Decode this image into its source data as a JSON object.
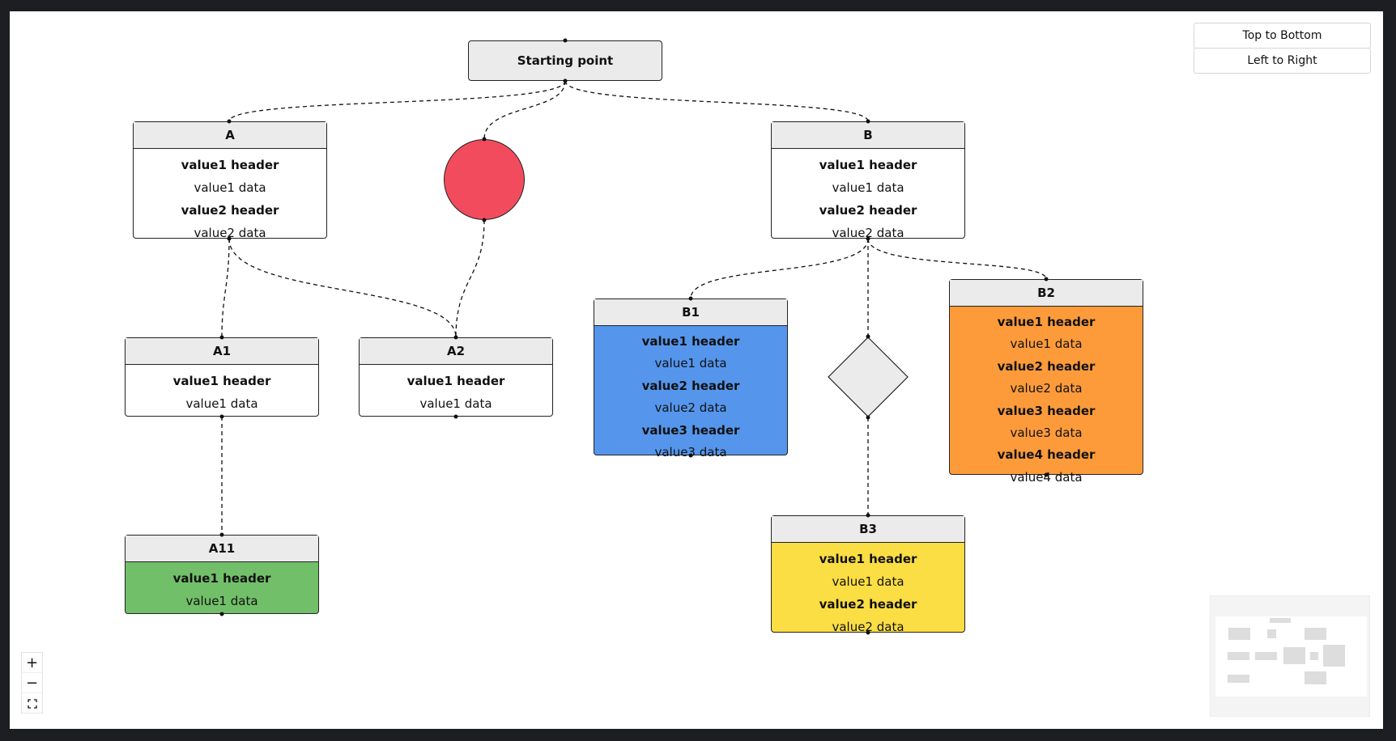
{
  "diagram": {
    "start": {
      "label": "Starting point"
    },
    "nodes": {
      "A": {
        "title": "A",
        "color": "#ffffff",
        "rows": [
          {
            "text": "value1 header",
            "h": true
          },
          {
            "text": "value1 data",
            "h": false
          },
          {
            "text": "value2 header",
            "h": true
          },
          {
            "text": "value2 data",
            "h": false
          }
        ]
      },
      "A1": {
        "title": "A1",
        "color": "#ffffff",
        "rows": [
          {
            "text": "value1 header",
            "h": true
          },
          {
            "text": "value1 data",
            "h": false
          }
        ]
      },
      "A2": {
        "title": "A2",
        "color": "#ffffff",
        "rows": [
          {
            "text": "value1 header",
            "h": true
          },
          {
            "text": "value1 data",
            "h": false
          }
        ]
      },
      "A11": {
        "title": "A11",
        "color": "#72bf6a",
        "rows": [
          {
            "text": "value1 header",
            "h": true
          },
          {
            "text": "value1 data",
            "h": false
          }
        ]
      },
      "B": {
        "title": "B",
        "color": "#ffffff",
        "rows": [
          {
            "text": "value1 header",
            "h": true
          },
          {
            "text": "value1 data",
            "h": false
          },
          {
            "text": "value2 header",
            "h": true
          },
          {
            "text": "value2 data",
            "h": false
          }
        ]
      },
      "B1": {
        "title": "B1",
        "color": "#5596ec",
        "rows": [
          {
            "text": "value1 header",
            "h": true
          },
          {
            "text": "value1 data",
            "h": false
          },
          {
            "text": "value2 header",
            "h": true
          },
          {
            "text": "value2 data",
            "h": false
          },
          {
            "text": "value3 header",
            "h": true
          },
          {
            "text": "value3 data",
            "h": false
          }
        ]
      },
      "B2": {
        "title": "B2",
        "color": "#fd9b3b",
        "rows": [
          {
            "text": "value1 header",
            "h": true
          },
          {
            "text": "value1 data",
            "h": false
          },
          {
            "text": "value2 header",
            "h": true
          },
          {
            "text": "value2 data",
            "h": false
          },
          {
            "text": "value3 header",
            "h": true
          },
          {
            "text": "value3 data",
            "h": false
          },
          {
            "text": "value4 header",
            "h": true
          },
          {
            "text": "value4 data",
            "h": false
          }
        ]
      },
      "B3": {
        "title": "B3",
        "color": "#fbdd44",
        "rows": [
          {
            "text": "value1 header",
            "h": true
          },
          {
            "text": "value1 data",
            "h": false
          },
          {
            "text": "value2 header",
            "h": true
          },
          {
            "text": "value2 data",
            "h": false
          }
        ]
      }
    },
    "circle_color": "#f24b5e",
    "diamond_color": "#ebebeb",
    "edges": [
      [
        "start",
        "A"
      ],
      [
        "start",
        "circle"
      ],
      [
        "start",
        "B"
      ],
      [
        "A",
        "A1"
      ],
      [
        "A",
        "A2"
      ],
      [
        "circle",
        "A2"
      ],
      [
        "A1",
        "A11"
      ],
      [
        "B",
        "B1"
      ],
      [
        "B",
        "diamond"
      ],
      [
        "B",
        "B2"
      ],
      [
        "diamond",
        "B3"
      ]
    ]
  },
  "layout_buttons": {
    "top_bottom": "Top to Bottom",
    "left_right": "Left to Right"
  },
  "controls": {
    "zoom_in": "+",
    "zoom_out": "−"
  }
}
